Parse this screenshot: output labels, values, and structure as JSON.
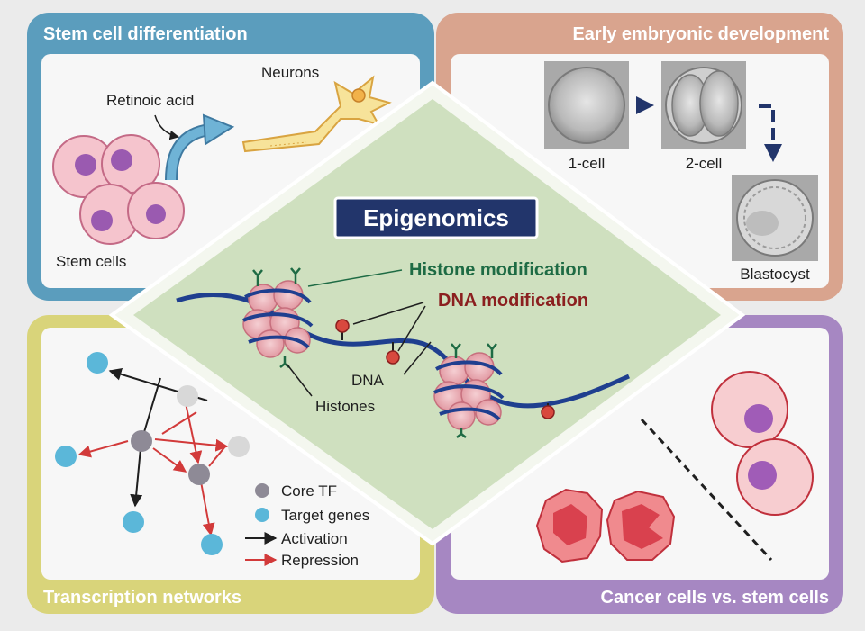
{
  "center": {
    "title": "Epigenomics"
  },
  "panels": {
    "stem": {
      "title": "Stem cell differentiation",
      "retinoic_acid": "Retinoic acid",
      "neurons": "Neurons",
      "stem_cells": "Stem cells"
    },
    "embryo": {
      "title": "Early embryonic development",
      "one_cell": "1-cell",
      "two_cell": "2-cell",
      "blastocyst": "Blastocyst"
    },
    "networks": {
      "title": "Transcription networks",
      "legend": [
        "Core TF",
        "Target genes",
        "Activation",
        "Repression"
      ]
    },
    "cancer": {
      "title": "Cancer cells vs. stem cells"
    }
  },
  "chromatin": {
    "histone_modification": "Histone modification",
    "dna_modification": "DNA modification",
    "dna": "DNA",
    "histones": "Histones"
  },
  "colors": {
    "stem_border": "#5b9dbd",
    "embryo_border": "#d9a48e",
    "networks_border": "#d9d47a",
    "cancer_border": "#a687c2",
    "diamond_fill": "#cfe0bf",
    "title_box": "#22356b",
    "histone_mod": "#1e6b44",
    "dna_mod": "#8b1f1f"
  }
}
